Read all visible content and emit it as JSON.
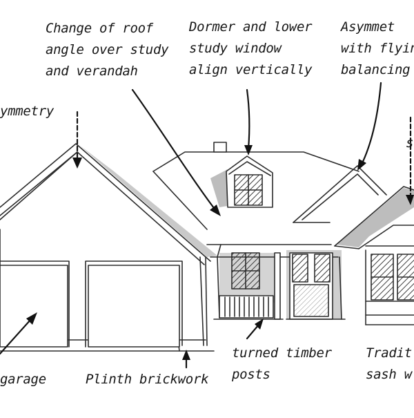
{
  "annotations": [
    {
      "id": "roof-angle",
      "lines": [
        "Change of roof",
        "angle over study",
        "and verandah"
      ]
    },
    {
      "id": "dormer",
      "lines": [
        "Dormer and lower",
        "study window",
        "align vertically"
      ]
    },
    {
      "id": "asymmetry-right",
      "lines": [
        "Asymmet",
        "with flyin",
        "balancing"
      ]
    },
    {
      "id": "symmetry-left",
      "lines": [
        "ymmetry"
      ]
    },
    {
      "id": "right-edge-fragment",
      "lines": [
        "s"
      ]
    },
    {
      "id": "garage",
      "lines": [
        "garage"
      ]
    },
    {
      "id": "plinth",
      "lines": [
        "Plinth brickwork"
      ]
    },
    {
      "id": "timber-posts",
      "lines": [
        "turned timber",
        "posts"
      ]
    },
    {
      "id": "traditional-sash",
      "lines": [
        "Tradit",
        "sash w"
      ]
    }
  ],
  "colors": {
    "ink": "#161616",
    "line": "#2b2b2b",
    "shade": "#c9c9c9",
    "dark_shade": "#9a9a9a",
    "paper": "#ffffff"
  }
}
